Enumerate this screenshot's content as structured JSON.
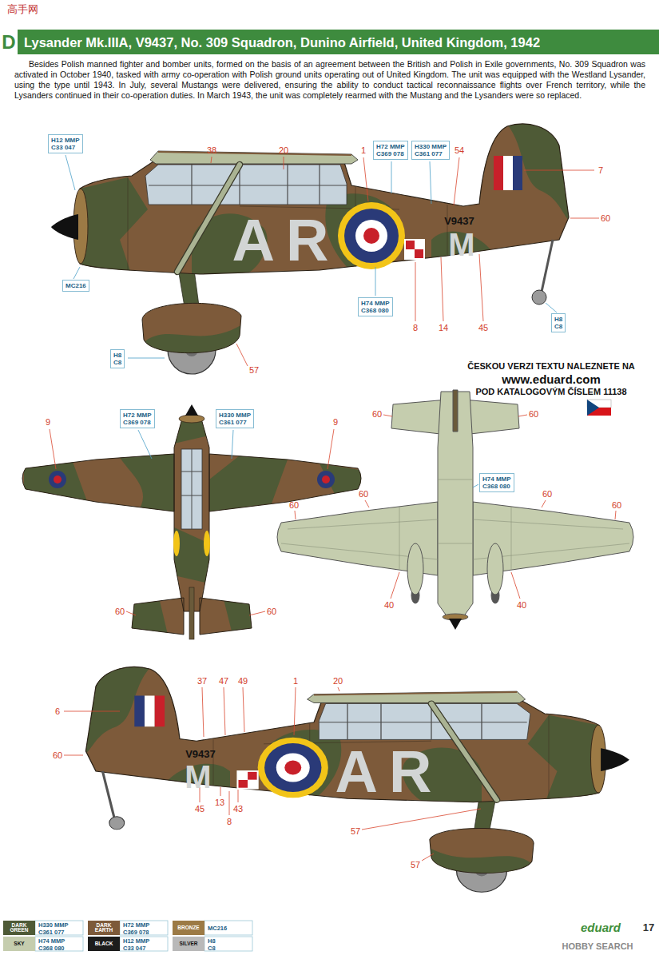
{
  "diagram": {
    "title": "Lysander Mk.IIIA, V9437, No. 309 Squadron, Dunino Airfield, United Kingdom, 1942",
    "nodes": [
      {
        "text": [
          "H12 MMP",
          "C33 047"
        ]
      },
      {
        "text": [
          "H72 MMP",
          "C369 078"
        ]
      },
      {
        "text": [
          "H330 MMP",
          "C361 077"
        ]
      },
      {
        "text": [
          "MC216"
        ]
      },
      {
        "text": [
          "H74 MMP",
          "C368 080"
        ]
      },
      {
        "text": [
          "H8",
          "C8"
        ]
      },
      {
        "text": [
          "H8",
          "C8"
        ]
      },
      {
        "text": [
          "H72 MMP",
          "C369 078"
        ]
      },
      {
        "text": [
          "H330 MMP",
          "C361 077"
        ]
      },
      {
        "text": [
          "H74 MMP",
          "C368 080"
        ]
      }
    ],
    "labels": [
      "D",
      "Besides Polish manned fighter and bomber units, formed on the basis of an agreement between the British and Polish in Exile governments, No. 309 Squadron was activated in October 1940, tasked with army co-operation with Polish ground units operating out of United Kingdom. The unit was equipped with the Westland Lysander, using the type until 1943. In July, several Mustangs were delivered, ensuring the ability to conduct tactical reconnaissance flights over French territory, while the Lysanders continued in their co-operation duties. In March 1943, the unit was completely rearmed with the Mustang and the Lysanders were so replaced.",
      "38",
      "20",
      "1",
      "54",
      "7",
      "60",
      "8",
      "14",
      "45",
      "57",
      "AR",
      "V9437",
      "M",
      "ČESKOU VERZI TEXTU NALEZNETE NA",
      "www.eduard.com",
      "POD KATALOGOVÝM ČÍSLEM 11138",
      "9",
      "9",
      "60",
      "60",
      "60",
      "60",
      "60",
      "60",
      "60",
      "60",
      "40",
      "40",
      "6",
      "60",
      "37",
      "47",
      "49",
      "1",
      "20",
      "45",
      "13",
      "43",
      "8",
      "57",
      "57",
      "V9437",
      "M",
      "AR",
      "H330 MMP",
      "C361 077",
      "H72 MMP",
      "C369 078",
      "MC216",
      "H74 MMP",
      "C368 080",
      "H12 MMP",
      "C33 047",
      "H8",
      "C8",
      "eduard",
      "17",
      "高手网",
      "HOBBY SEARCH"
    ],
    "legend": [
      {
        "text": "DARK GREEN",
        "color": "#4e5a36"
      },
      {
        "text": "DARK EARTH",
        "color": "#7d5a3a"
      },
      {
        "text": "BRONZE",
        "color": "#9c7a45"
      },
      {
        "text": "SKY",
        "color": "#c5cdae"
      },
      {
        "text": "BLACK",
        "color": "#1c1c1c"
      },
      {
        "text": "SILVER",
        "color": "#b9b9b9"
      }
    ]
  }
}
